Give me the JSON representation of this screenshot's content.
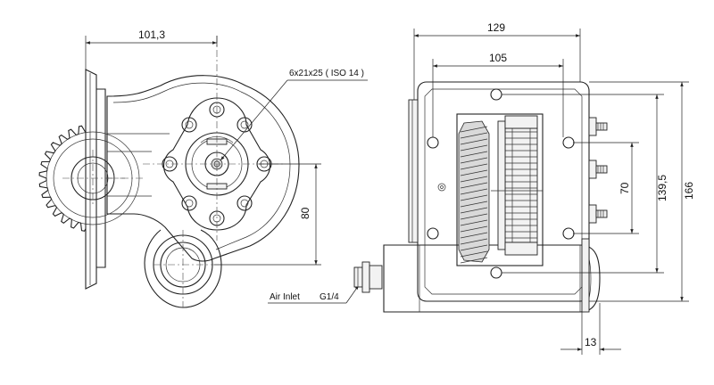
{
  "left_view": {
    "dim_width": "101,3",
    "dim_height": "80",
    "shaft_spec": "6x21x25 ( ISO 14 )",
    "air_inlet_label": "Air Inlet",
    "air_inlet_thread": "G1/4"
  },
  "right_view": {
    "dim_overall_width": "129",
    "dim_bolt_width": "105",
    "dim_overall_height": "166",
    "dim_bolt_height": "139,5",
    "dim_stud_spacing": "70",
    "dim_flange_thickness": "13"
  }
}
